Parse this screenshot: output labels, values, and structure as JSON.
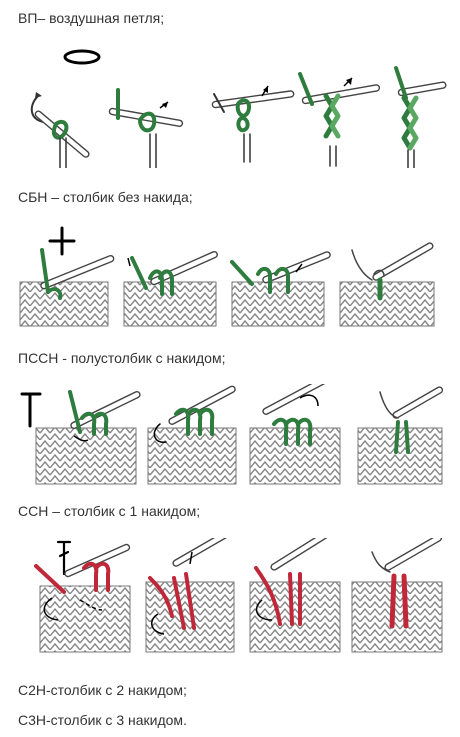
{
  "captions": {
    "vp": "ВП– воздушная петля;",
    "sbn": "СБН – столбик без накида;",
    "pssn": "ПССН - полустолбик с накидом;",
    "ssn": "ССН – столбик с 1 накидом;",
    "s2n": "С2Н-столбик с 2 накидом;",
    "s3n": "С3Н-столбик с 3 накидом."
  },
  "colors": {
    "green": "#2e7d3e",
    "green_light": "#5aa862",
    "red": "#c0283a",
    "outline": "#333333",
    "fabric": "#9a9a9a"
  },
  "icons": [
    "chain-stitch-symbol-oval",
    "single-crochet-symbol-plus",
    "half-double-crochet-symbol-t",
    "double-crochet-symbol-t-slash"
  ]
}
